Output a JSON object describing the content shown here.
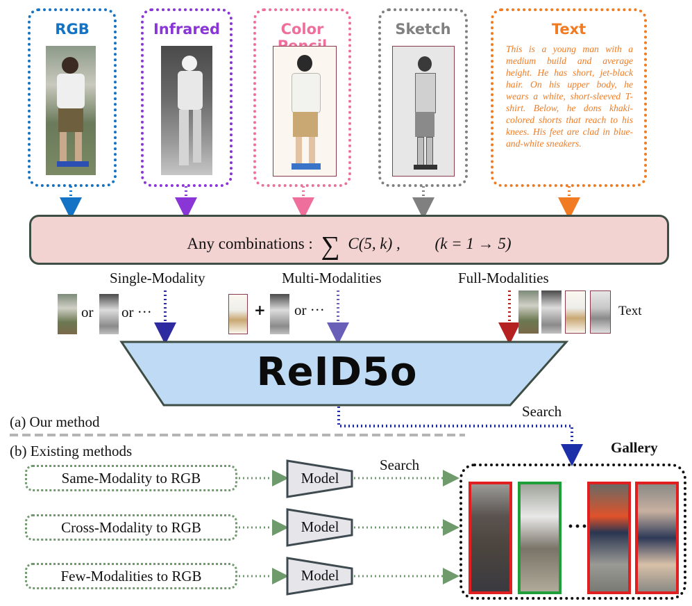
{
  "modalities": [
    {
      "label": "RGB",
      "color": "#1473c4"
    },
    {
      "label": "Infrared",
      "color": "#8a35d6"
    },
    {
      "label": "Color Pencil",
      "color": "#ee6f9c"
    },
    {
      "label": "Sketch",
      "color": "#808080"
    },
    {
      "label": "Text",
      "color": "#f07b22"
    }
  ],
  "text_description": "This is a young man with a medium build and average height. He has short, jet-black hair. On his upper body, he wears a white, short-sleeved T-shirt. Below, he dons khaki-colored shorts that reach to his knees. His feet are clad in blue-and-white sneakers.",
  "combinations": {
    "prefix": "Any combinations :",
    "sum": "∑",
    "term": "C(5, k) ,",
    "range": "(k = 1 → 5)"
  },
  "modes": {
    "single": "Single-Modality",
    "multi": "Multi-Modalities",
    "full": "Full-Modalities"
  },
  "connectors": {
    "or1": "or",
    "or2": "or ···",
    "plus": "+",
    "or3": "or ···",
    "text": "Text"
  },
  "model_name": "ReID5o",
  "search1": "Search",
  "section_a": "(a) Our method",
  "section_b": "(b) Existing methods",
  "existing_methods": [
    "Same-Modality to RGB",
    "Cross-Modality to RGB",
    "Few-Modalities to RGB"
  ],
  "model_label": "Model",
  "search2": "Search",
  "gallery": {
    "title": "Gallery",
    "ellipsis": "···",
    "frame_colors": [
      "#e02020",
      "#1f9e3a",
      "#e02020",
      "#e02020"
    ]
  }
}
